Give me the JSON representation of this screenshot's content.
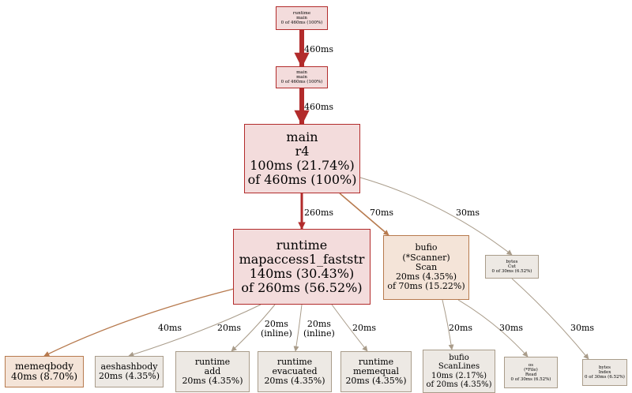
{
  "nodes": [
    {
      "id": "runtime_main",
      "lines": [
        "runtime",
        "main",
        "0 of 460ms (100%)"
      ],
      "heat": "hot"
    },
    {
      "id": "main_main",
      "lines": [
        "main",
        "main",
        "0 of 460ms (100%)"
      ],
      "heat": "hot"
    },
    {
      "id": "main_r4",
      "lines": [
        "main",
        "r4",
        "100ms (21.74%)",
        "of 460ms (100%)"
      ],
      "heat": "hot"
    },
    {
      "id": "mapaccess",
      "lines": [
        "runtime",
        "mapaccess1_faststr",
        "140ms (30.43%)",
        "of 260ms (56.52%)"
      ],
      "heat": "hot"
    },
    {
      "id": "bufio_scan",
      "lines": [
        "bufio",
        "(*Scanner)",
        "Scan",
        "20ms (4.35%)",
        "of 70ms (15.22%)"
      ],
      "heat": "warm"
    },
    {
      "id": "bytes_cut",
      "lines": [
        "bytes",
        "Cut",
        "0 of 30ms (6.52%)"
      ],
      "heat": "cool"
    },
    {
      "id": "memeqbody",
      "lines": [
        "memeqbody",
        "40ms (8.70%)"
      ],
      "heat": "warm"
    },
    {
      "id": "aeshashbody",
      "lines": [
        "aeshashbody",
        "20ms (4.35%)"
      ],
      "heat": "cool"
    },
    {
      "id": "runtime_add",
      "lines": [
        "runtime",
        "add",
        "20ms (4.35%)"
      ],
      "heat": "cool"
    },
    {
      "id": "runtime_evacuated",
      "lines": [
        "runtime",
        "evacuated",
        "20ms (4.35%)"
      ],
      "heat": "cool"
    },
    {
      "id": "runtime_memequal",
      "lines": [
        "runtime",
        "memequal",
        "20ms (4.35%)"
      ],
      "heat": "cool"
    },
    {
      "id": "bufio_scanlines",
      "lines": [
        "bufio",
        "ScanLines",
        "10ms (2.17%)",
        "of 20ms (4.35%)"
      ],
      "heat": "cool"
    },
    {
      "id": "os_read",
      "lines": [
        "os",
        "(*File)",
        "Read",
        "0 of 30ms (6.52%)"
      ],
      "heat": "cool"
    },
    {
      "id": "bytes_index",
      "lines": [
        "bytes",
        "Index",
        "0 of 30ms (6.52%)"
      ],
      "heat": "cool"
    }
  ],
  "edges": [
    {
      "from": "runtime_main",
      "to": "main_main",
      "label": "460ms",
      "heat": "hot"
    },
    {
      "from": "main_main",
      "to": "main_r4",
      "label": "460ms",
      "heat": "hot"
    },
    {
      "from": "main_r4",
      "to": "mapaccess",
      "label": "260ms",
      "heat": "hot"
    },
    {
      "from": "main_r4",
      "to": "bufio_scan",
      "label": "70ms",
      "heat": "warm"
    },
    {
      "from": "main_r4",
      "to": "bytes_cut",
      "label": "30ms",
      "heat": "cool"
    },
    {
      "from": "mapaccess",
      "to": "memeqbody",
      "label": "40ms",
      "heat": "warm"
    },
    {
      "from": "mapaccess",
      "to": "aeshashbody",
      "label": "20ms",
      "heat": "cool"
    },
    {
      "from": "mapaccess",
      "to": "runtime_add",
      "label": "20ms\n(inline)",
      "heat": "cool"
    },
    {
      "from": "mapaccess",
      "to": "runtime_evacuated",
      "label": "20ms\n(inline)",
      "heat": "cool"
    },
    {
      "from": "mapaccess",
      "to": "runtime_memequal",
      "label": "20ms",
      "heat": "cool"
    },
    {
      "from": "bufio_scan",
      "to": "bufio_scanlines",
      "label": "20ms",
      "heat": "cool"
    },
    {
      "from": "bufio_scan",
      "to": "os_read",
      "label": "30ms",
      "heat": "cool"
    },
    {
      "from": "bytes_cut",
      "to": "bytes_index",
      "label": "30ms",
      "heat": "cool"
    }
  ],
  "colors": {
    "hot": "#b22b2b",
    "warm": "#b77a4e",
    "cool": "#a99c8a"
  }
}
